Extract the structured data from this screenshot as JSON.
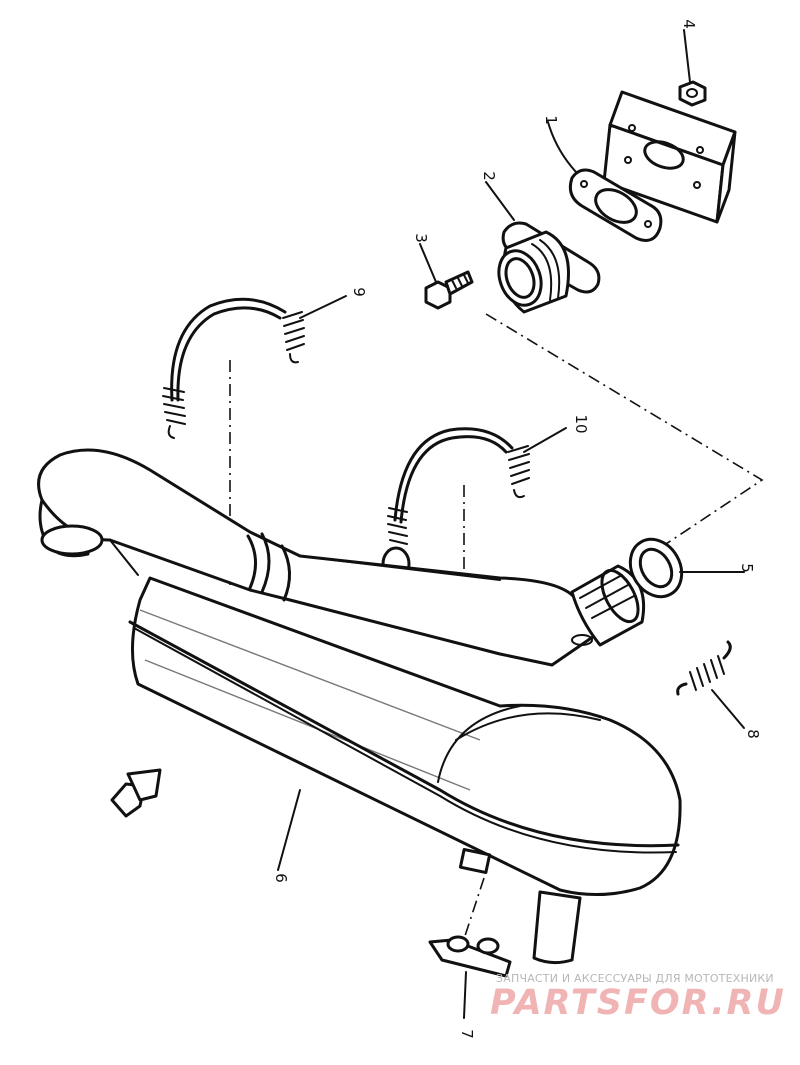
{
  "callouts": [
    {
      "id": "1",
      "text": "1"
    },
    {
      "id": "2",
      "text": "2"
    },
    {
      "id": "3",
      "text": "3"
    },
    {
      "id": "4",
      "text": "4"
    },
    {
      "id": "5",
      "text": "5"
    },
    {
      "id": "6",
      "text": "6"
    },
    {
      "id": "7",
      "text": "7"
    },
    {
      "id": "8",
      "text": "8"
    },
    {
      "id": "9",
      "text": "9"
    },
    {
      "id": "10",
      "text": "10"
    }
  ],
  "watermark": {
    "caption": "ЗАПЧАСТИ И АКСЕССУАРЫ ДЛЯ МОТОТЕХНИКИ",
    "logo": "PARTSFOR.RU"
  }
}
